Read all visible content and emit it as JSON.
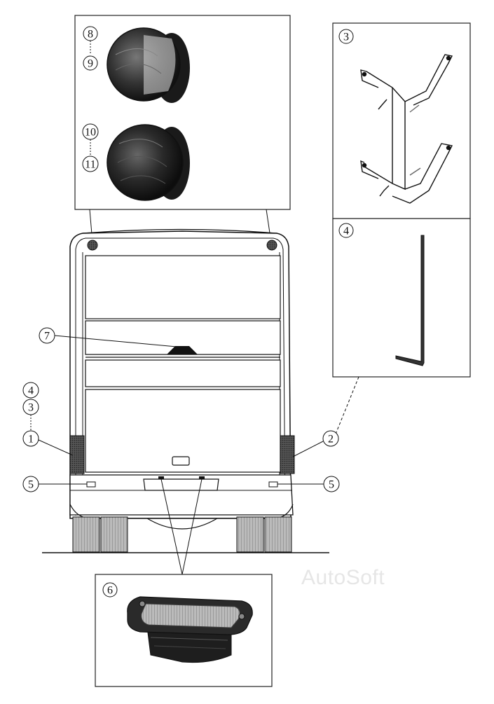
{
  "watermark": "AutoSoft",
  "callouts": {
    "c1": "1",
    "c2": "2",
    "c3": "3",
    "c4": "4",
    "c5a": "5",
    "c5b": "5",
    "c6": "6",
    "c7": "7",
    "c8": "8",
    "c9": "9",
    "c10": "10",
    "c11": "11",
    "panel3": "3",
    "panel4": "4",
    "panel6": "6"
  }
}
